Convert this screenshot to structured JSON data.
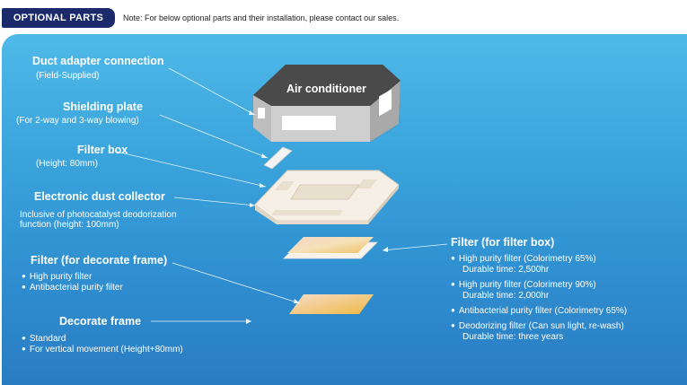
{
  "header": {
    "tag": "OPTIONAL PARTS",
    "note": "Note: For below optional parts and their installation, please contact our sales."
  },
  "diagram": {
    "ac_label": "Air conditioner",
    "duct": {
      "title": "Duct adapter connection",
      "sub": "(Field-Supplied)"
    },
    "shield": {
      "title": "Shielding plate",
      "sub": "(For 2-way and 3-way blowing)"
    },
    "filterbox": {
      "title": "Filter box",
      "sub": "(Height: 80mm)"
    },
    "dust": {
      "title": "Electronic dust collector",
      "sub1": "Inclusive of photocatalyst deodorization",
      "sub2": "function (height: 100mm)"
    },
    "decofilter": {
      "title": "Filter (for decorate frame)",
      "items": [
        "High purity filter",
        "Antibacterial purity filter"
      ]
    },
    "decoframe": {
      "title": "Decorate frame",
      "items": [
        "Standard",
        "For vertical movement (Height+80mm)"
      ]
    },
    "boxfilter": {
      "title": "Filter (for filter box)",
      "items": [
        {
          "name": "High purity filter (Colorimetry 65%)",
          "durable": "Durable time: 2,500hr"
        },
        {
          "name": "High purity filter (Colorimetry 90%)",
          "durable": "Durable time: 2,000hr"
        },
        {
          "name": "Antibacterial purity filter (Colorimetry 65%)"
        },
        {
          "name": "Deodorizing filter (Can sun light, re-wash)",
          "durable": "Durable time: three years"
        }
      ]
    }
  },
  "colors": {
    "tag_bg": "#1b2a6b",
    "panel_top": "#4fb9e9",
    "panel_bottom": "#2a7cc2",
    "ac_body": "#444444"
  }
}
